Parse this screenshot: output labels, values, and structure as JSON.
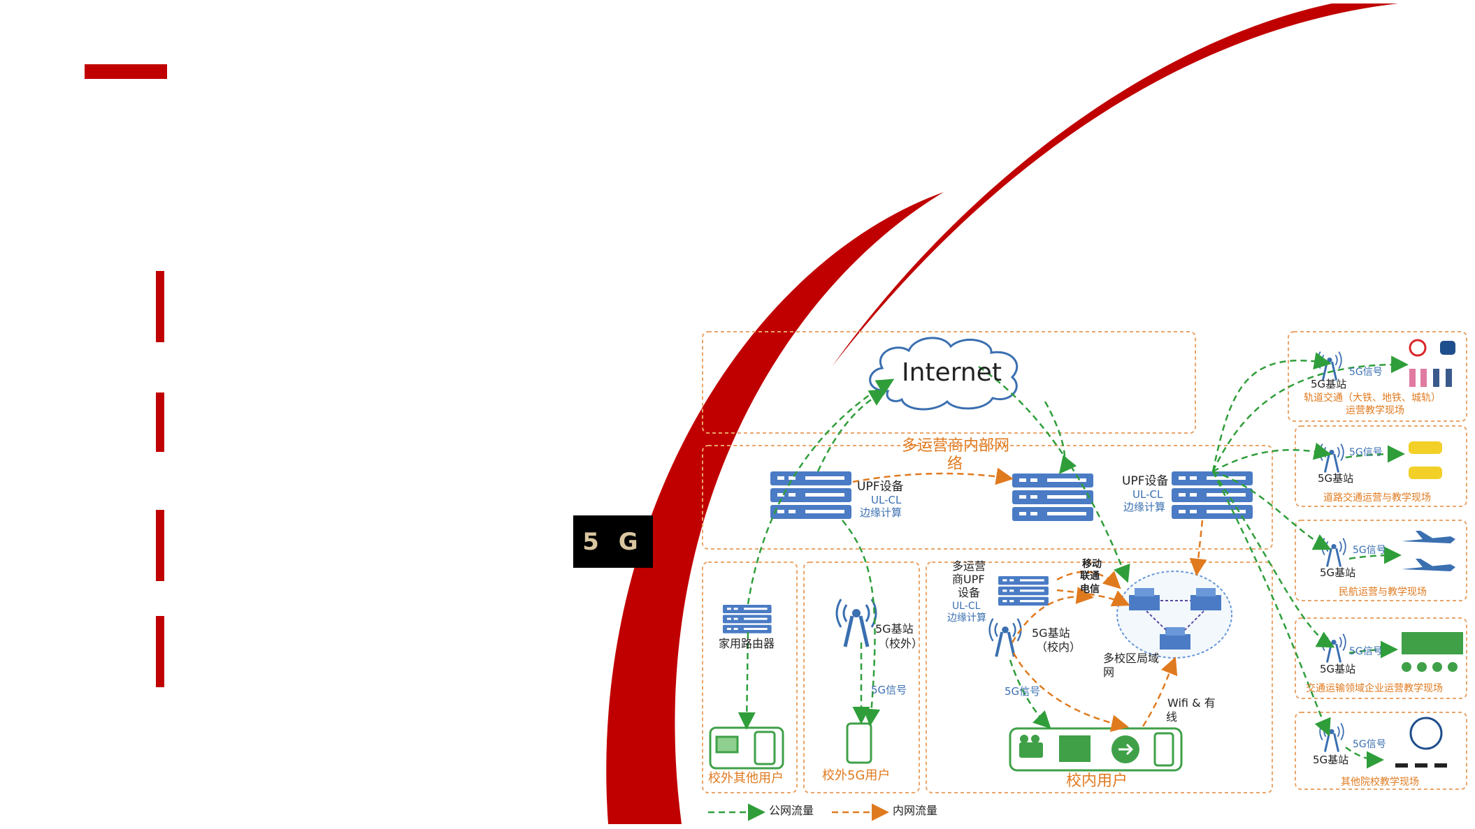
{
  "badge": {
    "text": "5 G"
  },
  "diagram": {
    "internet": "Internet",
    "multi_operator_net_line1": "多运营商内部网",
    "multi_operator_net_line2": "络",
    "upf_left": {
      "name": "UPF设备",
      "sub1": "UL-CL",
      "sub2": "边缘计算"
    },
    "upf_right": {
      "name": "UPF设备",
      "sub1": "UL-CL",
      "sub2": "边缘计算"
    },
    "home_router": "家用路由器",
    "bs_offcampus": {
      "line1": "5G基站",
      "line2": "（校外）"
    },
    "signal_offcampus": "5G信号",
    "offcampus_others": "校外其他用户",
    "offcampus_5g": "校外5G用户",
    "multi_upf": {
      "l1": "多运营",
      "l2": "商UPF",
      "l3": "设备",
      "l4": "UL-CL",
      "l5": "边缘计算"
    },
    "operators": {
      "l1": "移动",
      "l2": "联通",
      "l3": "电信"
    },
    "bs_oncampus": {
      "line1": "5G基站",
      "line2": "（校内）"
    },
    "lan": {
      "line1": "多校区局域",
      "line2": "网"
    },
    "signal_oncampus": "5G信号",
    "wifi": {
      "line1": "Wifi & 有",
      "line2": "线"
    },
    "oncampus_users": "校内用户",
    "legend_public": "公网流量",
    "legend_internal": "内网流量"
  },
  "scenes": [
    {
      "bs": "5G基站",
      "signal": "5G信号",
      "title1": "轨道交通（大铁、地铁、城轨）",
      "title2": "运营教学现场"
    },
    {
      "bs": "5G基站",
      "signal": "5G信号",
      "title1": "道路交通运营与教学现场",
      "title2": ""
    },
    {
      "bs": "5G基站",
      "signal": "5G信号",
      "title1": "民航运营与教学现场",
      "title2": ""
    },
    {
      "bs": "5G基站",
      "signal": "5G信号",
      "title1": "交通运输领域企业运营教学现场",
      "title2": ""
    },
    {
      "bs": "5G基站",
      "signal": "5G信号",
      "title1": "其他院校教学现场",
      "title2": ""
    }
  ],
  "colors": {
    "red": "#c00000",
    "orange": "#e07a1f",
    "green": "#2f9e3a",
    "blue": "#3a6fb0"
  }
}
